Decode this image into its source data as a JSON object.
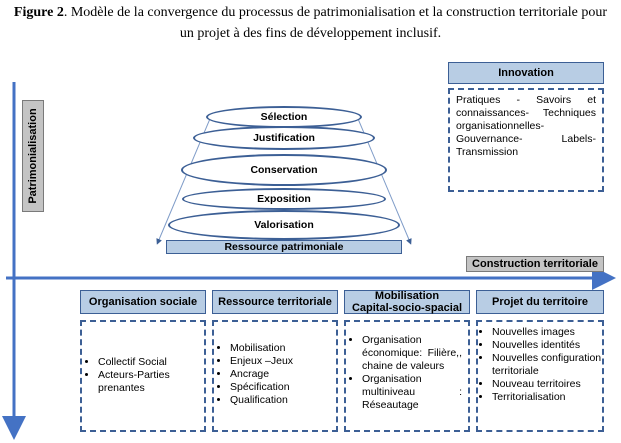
{
  "caption": {
    "label": "Figure 2",
    "text": ". Modèle de la convergence du processus de patrimonialisation et la construction territoriale pour un projet à des fins de développement inclusif."
  },
  "axes": {
    "vertical_label": "Patrimonialisation",
    "horizontal_label": "Construction territoriale"
  },
  "funnel": {
    "stages": [
      "Sélection",
      "Justification",
      "Conservation",
      "Exposition",
      "Valorisation"
    ],
    "base": "Ressource patrimoniale"
  },
  "innovation": {
    "title": "Innovation",
    "text": "Pratiques - Savoirs et connaissances- Techniques organisationnelles- Gouvernance- Labels- Transmission"
  },
  "columns": [
    {
      "title": "Organisation sociale",
      "items": [
        "Collectif Social",
        "Acteurs-Parties prenantes"
      ]
    },
    {
      "title": "Ressource territoriale",
      "items": [
        "Mobilisation",
        "Enjeux –Jeux",
        "Ancrage",
        "Spécification",
        "Qualification"
      ]
    },
    {
      "title_line1": "Mobilisation",
      "title_line2": "Capital-socio-spacial",
      "items": [
        "Organisation économique: Filière,, chaine de valeurs",
        "Organisation multiniveau : Réseautage"
      ]
    },
    {
      "title": "Projet du territoire",
      "items": [
        "Nouvelles images",
        "Nouvelles identités",
        "Nouvelles configuration territoriale",
        "Nouveau territoires",
        "Territorialisation"
      ]
    }
  ],
  "colors": {
    "box_fill": "#b8cde4",
    "box_border": "#3c5f95",
    "arrow": "#4472c4",
    "label_fill": "#c4c4c4"
  }
}
